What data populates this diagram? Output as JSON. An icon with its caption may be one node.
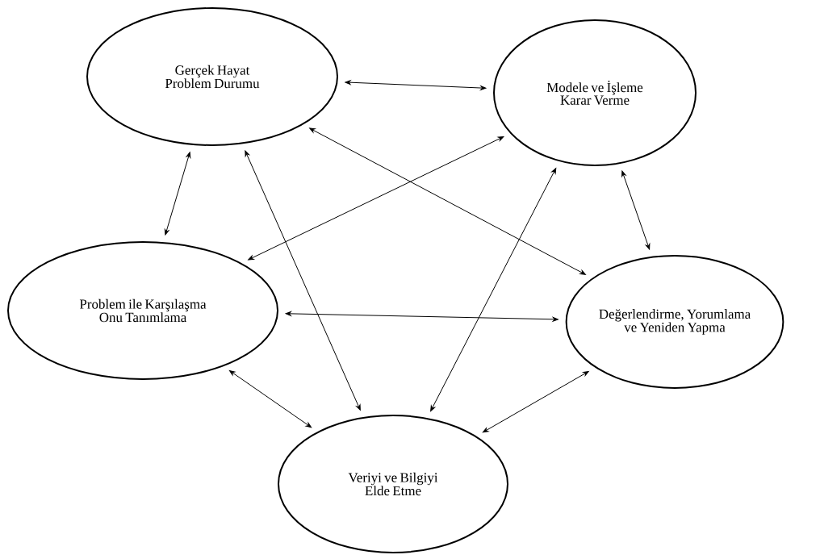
{
  "diagram": {
    "nodes": [
      {
        "text": [
          "Gerçek Hayat Problem Durumu"
        ]
      },
      {
        "text": [
          "Modele ve İşleme Karar Verme"
        ]
      },
      {
        "text": [
          "Problem ile Karşılaşma Onu Tanımlama"
        ]
      },
      {
        "text": [
          "Değerlendirme, Yorumlama ve Yeniden Yapma"
        ]
      },
      {
        "text": [
          "Veriyi ve Bilgiyi Elde Etme"
        ]
      }
    ],
    "edges": [
      {
        "from": 0,
        "to": 1,
        "arrow": "both"
      },
      {
        "from": 0,
        "to": 2,
        "arrow": "both"
      },
      {
        "from": 0,
        "to": 3,
        "arrow": "both"
      },
      {
        "from": 0,
        "to": 4,
        "arrow": "both"
      },
      {
        "from": 1,
        "to": 2,
        "arrow": "both"
      },
      {
        "from": 1,
        "to": 3,
        "arrow": "both"
      },
      {
        "from": 1,
        "to": 4,
        "arrow": "both"
      },
      {
        "from": 2,
        "to": 3,
        "arrow": "both"
      },
      {
        "from": 2,
        "to": 4,
        "arrow": "both"
      },
      {
        "from": 3,
        "to": 4,
        "arrow": "both"
      }
    ]
  }
}
